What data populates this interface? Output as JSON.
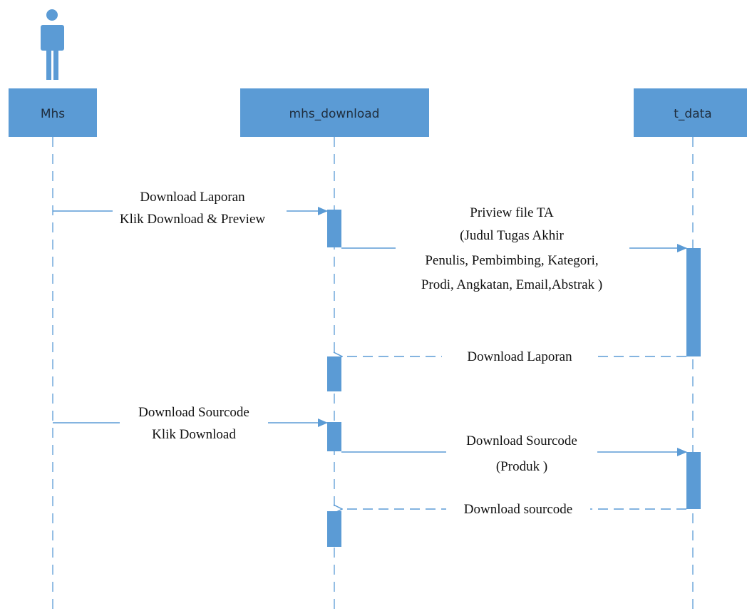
{
  "diagram": {
    "type": "sequence",
    "actor": {
      "icon": "stick-person-icon",
      "color": "#5b9bd5"
    },
    "lifelines": [
      {
        "id": "mhs",
        "label": "Mhs"
      },
      {
        "id": "mhs_download",
        "label": "mhs_download"
      },
      {
        "id": "t_data",
        "label": "t_data"
      }
    ],
    "messages": [
      {
        "from": "mhs",
        "to": "mhs_download",
        "style": "solid",
        "lines": [
          "Download Laporan",
          "Klik Download & Preview"
        ]
      },
      {
        "from": "mhs_download",
        "to": "t_data",
        "style": "solid",
        "lines": [
          "Priview file TA",
          "(Judul Tugas Akhir",
          "Penulis, Pembimbing, Kategori,",
          "Prodi, Angkatan, Email,Abstrak )"
        ]
      },
      {
        "from": "t_data",
        "to": "mhs_download",
        "style": "dashed",
        "lines": [
          "Download Laporan"
        ]
      },
      {
        "from": "mhs",
        "to": "mhs_download",
        "style": "solid",
        "lines": [
          "Download Sourcode",
          "Klik Download"
        ]
      },
      {
        "from": "mhs_download",
        "to": "t_data",
        "style": "solid",
        "lines": [
          "Download Sourcode",
          "(Produk )"
        ]
      },
      {
        "from": "t_data",
        "to": "mhs_download",
        "style": "dashed",
        "lines": [
          "Download sourcode"
        ]
      }
    ],
    "colors": {
      "header": "#5b9bd5",
      "activation": "#5b9bd5",
      "line": "#5b9bd5",
      "text": "#111111"
    }
  }
}
